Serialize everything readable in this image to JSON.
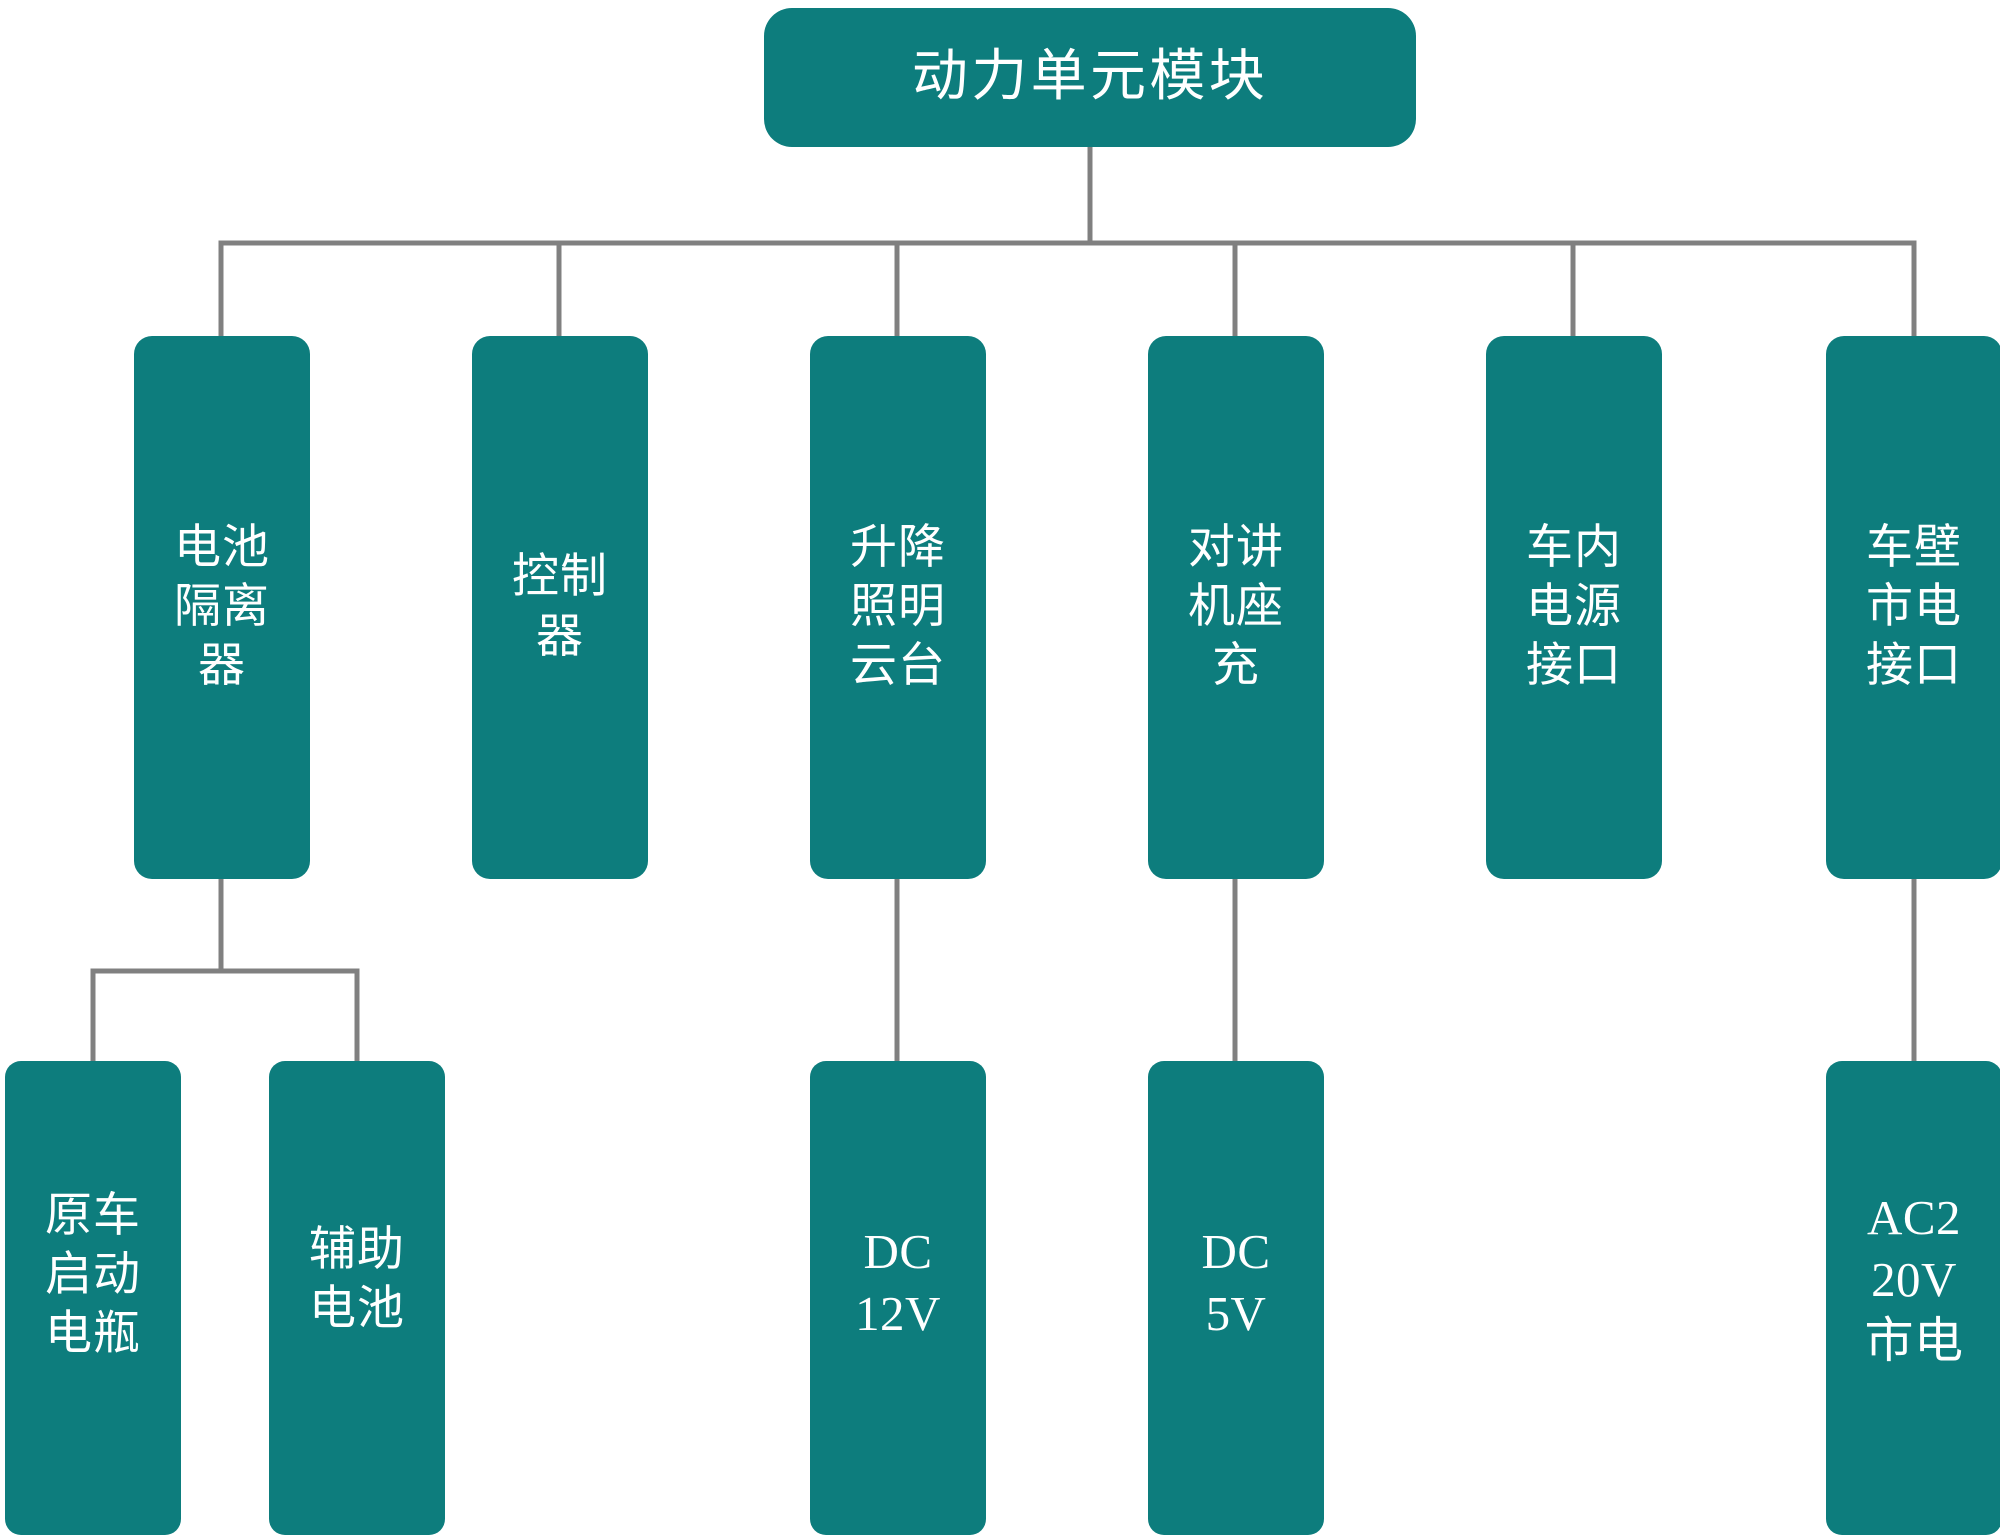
{
  "diagram": {
    "title": "动力单元模块",
    "type": "tree",
    "colors": {
      "node_fill": "#0d7d7d",
      "node_text": "#ffffff",
      "connector": "#808080",
      "background": "#ffffff"
    },
    "root": {
      "id": "power-unit-module",
      "label": "动力单元模块"
    },
    "branches": [
      {
        "id": "battery-isolator",
        "label": "电池\n隔离\n器"
      },
      {
        "id": "controller",
        "label": "控制\n器"
      },
      {
        "id": "lift-lighting-gimbal",
        "label": "升降\n照明\n云台"
      },
      {
        "id": "radio-charging-dock",
        "label": "对讲\n机座\n充"
      },
      {
        "id": "in-vehicle-power-port",
        "label": "车内\n电源\n接口"
      },
      {
        "id": "wall-mains-port",
        "label": "车壁\n市电\n接口"
      }
    ],
    "leaves": [
      {
        "id": "oem-starter-battery",
        "label": "原车\n启动\n电瓶",
        "parent": "battery-isolator"
      },
      {
        "id": "auxiliary-battery",
        "label": "辅助\n电池",
        "parent": "battery-isolator"
      },
      {
        "id": "dc-12v",
        "label": "DC\n12V",
        "parent": "lift-lighting-gimbal"
      },
      {
        "id": "dc-5v",
        "label": "DC\n5V",
        "parent": "radio-charging-dock"
      },
      {
        "id": "ac-220v-mains",
        "label": "AC2\n20V\n市电",
        "parent": "wall-mains-port"
      }
    ]
  }
}
